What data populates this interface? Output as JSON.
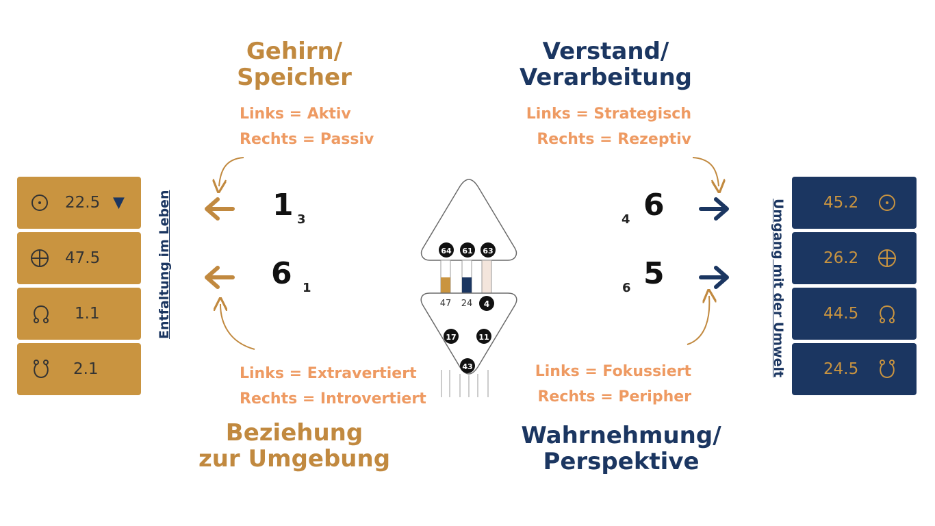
{
  "headings": {
    "top_left": [
      "Gehirn/",
      "Speicher"
    ],
    "top_right": [
      "Verstand/",
      "Verarbeitung"
    ],
    "bottom_left": [
      "Beziehung",
      "zur Umgebung"
    ],
    "bottom_right": [
      "Wahrnehmung/",
      "Perspektive"
    ]
  },
  "notes": {
    "top_left": [
      "Links = Aktiv",
      "Rechts = Passiv"
    ],
    "top_right": [
      "Links = Strategisch",
      "Rechts = Rezeptiv"
    ],
    "bottom_left": [
      "Links = Extravertiert",
      "Rechts = Introvertiert"
    ],
    "bottom_right": [
      "Links = Fokussiert",
      "Rechts = Peripher"
    ]
  },
  "side_labels": {
    "left": "Entfaltung im Leben",
    "right": "Umgang mit der Umwelt"
  },
  "left_panel": [
    {
      "icon": "sun-icon",
      "value": "22.5",
      "marker": "▼"
    },
    {
      "icon": "earth-icon",
      "value": "47.5"
    },
    {
      "icon": "north-node-icon",
      "value": "1.1"
    },
    {
      "icon": "south-node-icon",
      "value": "2.1"
    }
  ],
  "right_panel": [
    {
      "icon": "sun-icon",
      "value": "45.2"
    },
    {
      "icon": "earth-icon",
      "value": "26.2"
    },
    {
      "icon": "north-node-icon",
      "value": "44.5"
    },
    {
      "icon": "south-node-icon",
      "value": "24.5"
    }
  ],
  "variables": {
    "top_left": {
      "main": "1",
      "sub": "3"
    },
    "bottom_left": {
      "main": "6",
      "sub": "1"
    },
    "top_right": {
      "main": "6",
      "sub": "4"
    },
    "bottom_right": {
      "main": "5",
      "sub": "6"
    }
  },
  "bodygraph": {
    "head_gates": [
      "64",
      "61",
      "63"
    ],
    "ajna_gates": [
      "47",
      "24",
      "4"
    ],
    "ajna_lower_gates": [
      "17",
      "11"
    ],
    "ajna_bottom_gate": "43"
  },
  "colors": {
    "gold": "#c1893f",
    "navy": "#1b3661",
    "note": "#ee9a62",
    "panel_gold": "#c99440"
  }
}
